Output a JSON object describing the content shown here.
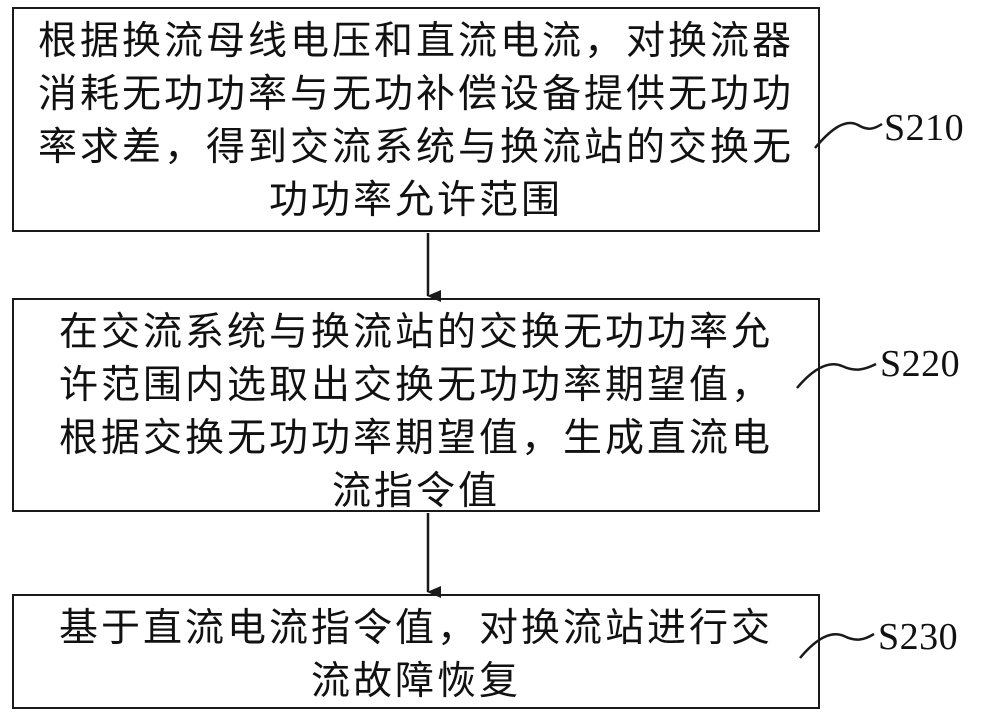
{
  "steps": [
    {
      "id": "S210",
      "label": "S210",
      "lines": [
        "根据换流母线电压和直流电流，对换流器",
        "消耗无功功率与无功补偿设备提供无功功",
        "率求差，得到交流系统与换流站的交换无",
        "功功率允许范围"
      ]
    },
    {
      "id": "S220",
      "label": "S220",
      "lines": [
        "在交流系统与换流站的交换无功功率允",
        "许范围内选取出交换无功功率期望值，",
        "根据交换无功功率期望值，生成直流电",
        "流指令值"
      ]
    },
    {
      "id": "S230",
      "label": "S230",
      "lines": [
        "基于直流电流指令值，对换流站进行交",
        "流故障恢复"
      ]
    }
  ]
}
